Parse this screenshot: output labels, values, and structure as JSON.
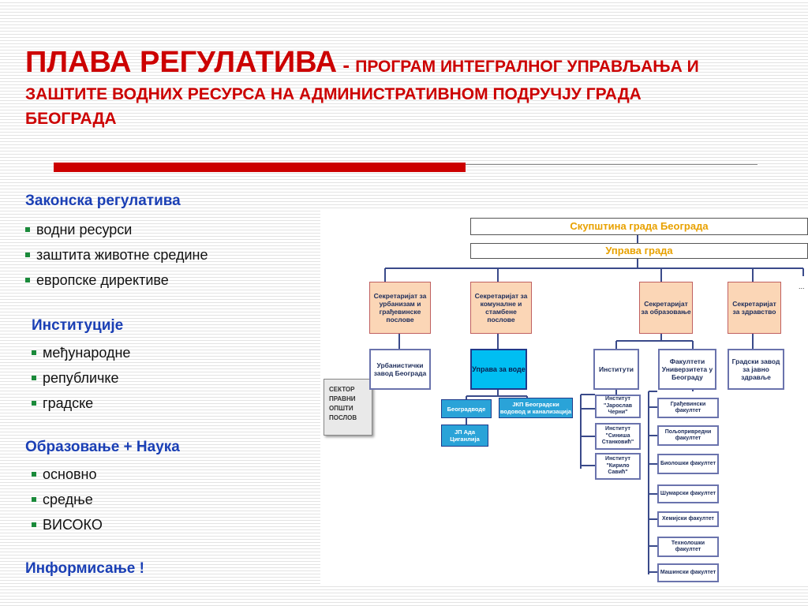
{
  "title": {
    "main": "ПЛАВА РЕГУЛАТИВА",
    "separator": " - ",
    "subtitle_line1": "ПРОГРАМ ИНТЕГРАЛНОГ УПРАВЉАЊА И",
    "subtitle_line2": "ЗАШТИТЕ ВОДНИХ РЕСУРСА НА АДМИНИСТРАТИВНОМ ПОДРУЧЈУ ГРАДА",
    "subtitle_line3": "БЕОГРАДА"
  },
  "sections": {
    "legal": {
      "heading": "Законска регулатива",
      "items": [
        "водни ресурси",
        "заштита животне средине",
        "европске директиве"
      ]
    },
    "institutions": {
      "heading": "Институције",
      "items": [
        "међународне",
        "републичке",
        "градске"
      ]
    },
    "education": {
      "heading": "Образовање + Наука",
      "items": [
        "основно",
        "средње",
        "ВИСОКО"
      ]
    },
    "informing": {
      "heading": "Информисање !"
    }
  },
  "org_chart": {
    "assembly": "Скупштина града Београда",
    "administration": "Управа града",
    "continuation": "...",
    "secretariats": [
      "Секретаријат за урбанизам и грађевинске послове",
      "Секретаријат за комуналне и стамбене послове",
      "Секретаријат за образовање",
      "Секретаријат за здравство"
    ],
    "urban_institute": "Урбанистички завод Београда",
    "water_directorate": "Управа за воде",
    "institutes_group": "Институти",
    "faculties_group": "Факултети Универзитета у Београду",
    "public_health": "Градски завод за јавно здравље",
    "beogradvode": "Београдводе",
    "jkp_water": "ЈКП Београдски водовод и канализација",
    "jp_ada": "ЈП Ада Циганлија",
    "sector_box": [
      "СЕКТОР",
      "ПРАВНИ",
      "ОПШТИ",
      "ПОСЛОВ"
    ],
    "institutes": [
      "Институт \"Јарослав Черни\"",
      "Институт \"Синиша Станковић\"",
      "Институт \"Кирило Савић\""
    ],
    "faculties": [
      "Грађевински факултет",
      "Пољопривредни факултет",
      "Биолошки факултет",
      "Шумарски факултет",
      "Хемијски факултет",
      "Технолошки факултет",
      "Машински факултет"
    ]
  },
  "colors": {
    "title_red": "#cc0000",
    "heading_blue": "#1a3fb5",
    "bullet_green": "#1a8a3a",
    "secretariat_fill": "#fbd6b6",
    "water_cyan": "#00bef2",
    "company_blue": "#2aa3d8",
    "assembly_text": "#e8a100"
  }
}
